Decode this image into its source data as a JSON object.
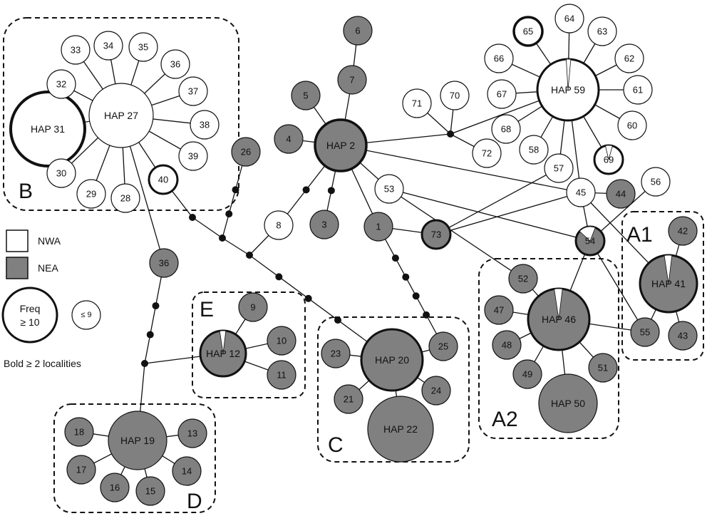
{
  "colors": {
    "nwa": "#ffffff",
    "nea": "#808080",
    "stroke": "#111111"
  },
  "legend": {
    "nwa_label": "NWA",
    "nea_label": "NEA",
    "freq_label_line1": "Freq",
    "freq_label_line2": "≥ 10",
    "small_label": "≤ 9",
    "bold_note": "Bold ≥ 2 localities"
  },
  "clusters": [
    {
      "id": "B",
      "label": "B"
    },
    {
      "id": "E",
      "label": "E"
    },
    {
      "id": "C",
      "label": "C"
    },
    {
      "id": "D",
      "label": "D"
    },
    {
      "id": "A1",
      "label": "A1"
    },
    {
      "id": "A2",
      "label": "A2"
    }
  ],
  "haplotypes": [
    {
      "id": "h27",
      "label": "HAP 27",
      "group": "NWA",
      "large": true,
      "bold": false
    },
    {
      "id": "h31",
      "label": "HAP 31",
      "group": "NWA",
      "large": true,
      "bold": true
    },
    {
      "id": "h32",
      "label": "32",
      "group": "NWA"
    },
    {
      "id": "h33",
      "label": "33",
      "group": "NWA"
    },
    {
      "id": "h34",
      "label": "34",
      "group": "NWA"
    },
    {
      "id": "h35",
      "label": "35",
      "group": "NWA"
    },
    {
      "id": "h36a",
      "label": "36",
      "group": "NWA"
    },
    {
      "id": "h37",
      "label": "37",
      "group": "NWA"
    },
    {
      "id": "h38",
      "label": "38",
      "group": "NWA"
    },
    {
      "id": "h39",
      "label": "39",
      "group": "NWA"
    },
    {
      "id": "h40",
      "label": "40",
      "group": "NWA",
      "bold": true
    },
    {
      "id": "h30",
      "label": "30",
      "group": "NWA"
    },
    {
      "id": "h29",
      "label": "29",
      "group": "NWA"
    },
    {
      "id": "h28",
      "label": "28",
      "group": "NWA"
    },
    {
      "id": "h26",
      "label": "26",
      "group": "NEA"
    },
    {
      "id": "h36b",
      "label": "36",
      "group": "NEA"
    },
    {
      "id": "h8",
      "label": "8",
      "group": "NWA"
    },
    {
      "id": "h2",
      "label": "HAP 2",
      "group": "NEA",
      "large": true,
      "bold": true
    },
    {
      "id": "h6",
      "label": "6",
      "group": "NEA"
    },
    {
      "id": "h7",
      "label": "7",
      "group": "NEA"
    },
    {
      "id": "h5",
      "label": "5",
      "group": "NEA"
    },
    {
      "id": "h4",
      "label": "4",
      "group": "NEA"
    },
    {
      "id": "h3",
      "label": "3",
      "group": "NEA"
    },
    {
      "id": "h1",
      "label": "1",
      "group": "NEA"
    },
    {
      "id": "h53",
      "label": "53",
      "group": "NWA"
    },
    {
      "id": "h73",
      "label": "73",
      "group": "NEA",
      "bold": true
    },
    {
      "id": "h71",
      "label": "71",
      "group": "NWA"
    },
    {
      "id": "h70",
      "label": "70",
      "group": "NWA"
    },
    {
      "id": "h72",
      "label": "72",
      "group": "NWA"
    },
    {
      "id": "h59",
      "label": "HAP 59",
      "group": "NWA",
      "large": true,
      "bold": true
    },
    {
      "id": "h64",
      "label": "64",
      "group": "NWA"
    },
    {
      "id": "h65",
      "label": "65",
      "group": "NWA",
      "bold": true
    },
    {
      "id": "h63",
      "label": "63",
      "group": "NWA"
    },
    {
      "id": "h66",
      "label": "66",
      "group": "NWA"
    },
    {
      "id": "h62",
      "label": "62",
      "group": "NWA"
    },
    {
      "id": "h67",
      "label": "67",
      "group": "NWA"
    },
    {
      "id": "h61",
      "label": "61",
      "group": "NWA"
    },
    {
      "id": "h68",
      "label": "68",
      "group": "NWA"
    },
    {
      "id": "h60",
      "label": "60",
      "group": "NWA"
    },
    {
      "id": "h58",
      "label": "58",
      "group": "NWA"
    },
    {
      "id": "h57",
      "label": "57",
      "group": "NWA"
    },
    {
      "id": "h69",
      "label": "69",
      "group": "NWA",
      "bold": true
    },
    {
      "id": "h56",
      "label": "56",
      "group": "NWA"
    },
    {
      "id": "h45",
      "label": "45",
      "group": "NWA"
    },
    {
      "id": "h44",
      "label": "44",
      "group": "NEA"
    },
    {
      "id": "h54",
      "label": "54",
      "group": "NEA",
      "bold": true
    },
    {
      "id": "h42",
      "label": "42",
      "group": "NEA"
    },
    {
      "id": "h41",
      "label": "HAP 41",
      "group": "NEA",
      "large": true,
      "bold": true
    },
    {
      "id": "h55",
      "label": "55",
      "group": "NEA"
    },
    {
      "id": "h43",
      "label": "43",
      "group": "NEA"
    },
    {
      "id": "h52",
      "label": "52",
      "group": "NEA"
    },
    {
      "id": "h46",
      "label": "HAP 46",
      "group": "NEA",
      "large": true,
      "bold": true
    },
    {
      "id": "h47",
      "label": "47",
      "group": "NEA"
    },
    {
      "id": "h48",
      "label": "48",
      "group": "NEA"
    },
    {
      "id": "h49",
      "label": "49",
      "group": "NEA"
    },
    {
      "id": "h51",
      "label": "51",
      "group": "NEA"
    },
    {
      "id": "h50",
      "label": "HAP 50",
      "group": "NEA",
      "large": true
    },
    {
      "id": "h9",
      "label": "9",
      "group": "NEA"
    },
    {
      "id": "h12",
      "label": "HAP 12",
      "group": "NEA",
      "large": true,
      "bold": true
    },
    {
      "id": "h10",
      "label": "10",
      "group": "NEA"
    },
    {
      "id": "h11",
      "label": "11",
      "group": "NEA"
    },
    {
      "id": "h23",
      "label": "23",
      "group": "NEA"
    },
    {
      "id": "h20",
      "label": "HAP 20",
      "group": "NEA",
      "large": true,
      "bold": true
    },
    {
      "id": "h25",
      "label": "25",
      "group": "NEA"
    },
    {
      "id": "h21",
      "label": "21",
      "group": "NEA"
    },
    {
      "id": "h24",
      "label": "24",
      "group": "NEA"
    },
    {
      "id": "h22",
      "label": "HAP 22",
      "group": "NEA",
      "large": true
    },
    {
      "id": "h19",
      "label": "HAP 19",
      "group": "NEA",
      "large": true
    },
    {
      "id": "h18",
      "label": "18",
      "group": "NEA"
    },
    {
      "id": "h13",
      "label": "13",
      "group": "NEA"
    },
    {
      "id": "h17",
      "label": "17",
      "group": "NEA"
    },
    {
      "id": "h14",
      "label": "14",
      "group": "NEA"
    },
    {
      "id": "h16",
      "label": "16",
      "group": "NEA"
    },
    {
      "id": "h15",
      "label": "15",
      "group": "NEA"
    }
  ]
}
